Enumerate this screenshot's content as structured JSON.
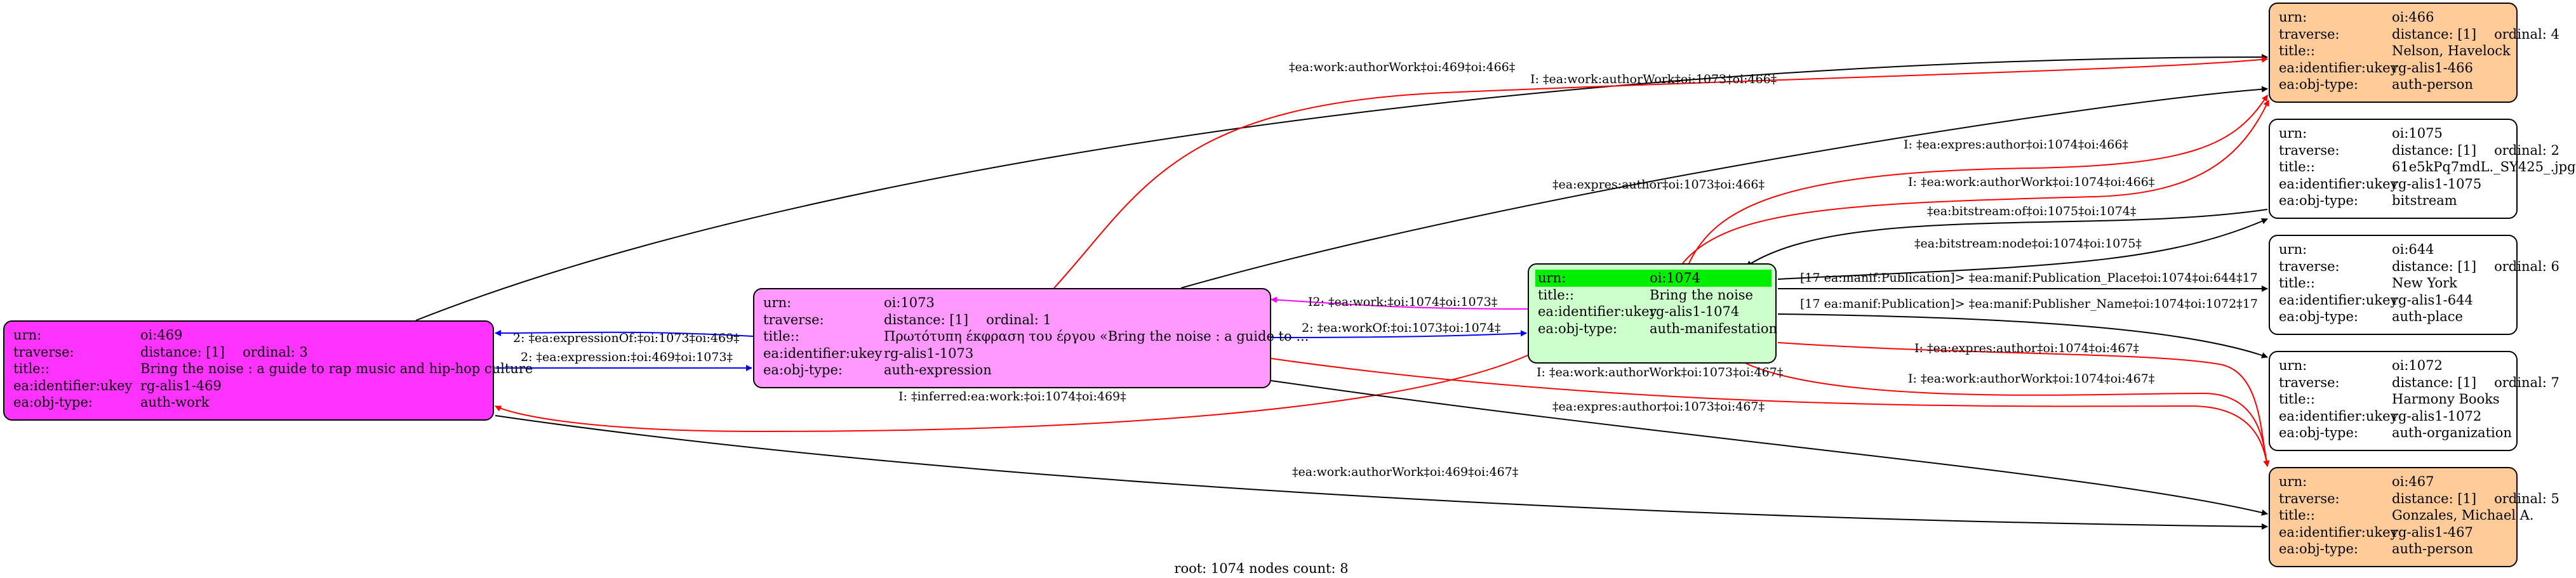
{
  "nodes": [
    {
      "id": "469",
      "rows": [
        {
          "k": "urn:",
          "v": "oi:469"
        },
        {
          "k": "traverse:",
          "v": "distance: [1]",
          "ord": "ordinal: 3"
        },
        {
          "k": "title::",
          "v": "Bring the noise : a guide to rap music and hip-hop culture"
        },
        {
          "k": "ea:identifier:ukey",
          "v": "rg-alis1-469"
        },
        {
          "k": "ea:obj-type:",
          "v": "auth-work"
        }
      ]
    },
    {
      "id": "1073",
      "rows": [
        {
          "k": "urn:",
          "v": "oi:1073"
        },
        {
          "k": "traverse:",
          "v": "distance: [1]",
          "ord": "ordinal: 1"
        },
        {
          "k": "title::",
          "v": "Πρωτότυπη έκφραση του έργου «Bring the noise : a guide to ..."
        },
        {
          "k": "ea:identifier:ukey",
          "v": "rg-alis1-1073"
        },
        {
          "k": "ea:obj-type:",
          "v": "auth-expression"
        }
      ]
    },
    {
      "id": "1074",
      "rows": [
        {
          "k": "urn:",
          "v": "oi:1074"
        },
        {
          "k": "title::",
          "v": "Bring the noise"
        },
        {
          "k": "ea:identifier:ukey",
          "v": "rg-alis1-1074"
        },
        {
          "k": "ea:obj-type:",
          "v": "auth-manifestation"
        }
      ]
    },
    {
      "id": "466",
      "rows": [
        {
          "k": "urn:",
          "v": "oi:466"
        },
        {
          "k": "traverse:",
          "v": "distance: [1]",
          "ord": "ordinal: 4"
        },
        {
          "k": "title::",
          "v": "Nelson, Havelock"
        },
        {
          "k": "ea:identifier:ukey",
          "v": "rg-alis1-466"
        },
        {
          "k": "ea:obj-type:",
          "v": "auth-person"
        }
      ]
    },
    {
      "id": "1075",
      "rows": [
        {
          "k": "urn:",
          "v": "oi:1075"
        },
        {
          "k": "traverse:",
          "v": "distance: [1]",
          "ord": "ordinal: 2"
        },
        {
          "k": "title::",
          "v": "61e5kPq7mdL._SY425_.jpg"
        },
        {
          "k": "ea:identifier:ukey",
          "v": "rg-alis1-1075"
        },
        {
          "k": "ea:obj-type:",
          "v": "bitstream"
        }
      ]
    },
    {
      "id": "644",
      "rows": [
        {
          "k": "urn:",
          "v": "oi:644"
        },
        {
          "k": "traverse:",
          "v": "distance: [1]",
          "ord": "ordinal: 6"
        },
        {
          "k": "title::",
          "v": "New York"
        },
        {
          "k": "ea:identifier:ukey",
          "v": "rg-alis1-644"
        },
        {
          "k": "ea:obj-type:",
          "v": "auth-place"
        }
      ]
    },
    {
      "id": "1072",
      "rows": [
        {
          "k": "urn:",
          "v": "oi:1072"
        },
        {
          "k": "traverse:",
          "v": "distance: [1]",
          "ord": "ordinal: 7"
        },
        {
          "k": "title::",
          "v": "Harmony Books"
        },
        {
          "k": "ea:identifier:ukey",
          "v": "rg-alis1-1072"
        },
        {
          "k": "ea:obj-type:",
          "v": "auth-organization"
        }
      ]
    },
    {
      "id": "467",
      "rows": [
        {
          "k": "urn:",
          "v": "oi:467"
        },
        {
          "k": "traverse:",
          "v": "distance: [1]",
          "ord": "ordinal: 5"
        },
        {
          "k": "title::",
          "v": "Gonzales, Michael A."
        },
        {
          "k": "ea:identifier:ukey",
          "v": "rg-alis1-467"
        },
        {
          "k": "ea:obj-type:",
          "v": "auth-person"
        }
      ]
    }
  ],
  "edges": [
    {
      "id": "e1",
      "label": "‡ea:work:authorWork‡oi:469‡oi:466‡",
      "color": "#000000"
    },
    {
      "id": "e2",
      "label": "I: ‡ea:work:authorWork‡oi:1073‡oi:466‡",
      "color": "#ff0000"
    },
    {
      "id": "e3",
      "label": "‡ea:expres:author‡oi:1073‡oi:466‡",
      "color": "#000000"
    },
    {
      "id": "e4",
      "label": "I: ‡ea:expres:author‡oi:1074‡oi:466‡",
      "color": "#ff0000"
    },
    {
      "id": "e5",
      "label": "I: ‡ea:work:authorWork‡oi:1074‡oi:466‡",
      "color": "#ff0000"
    },
    {
      "id": "e6",
      "label": "‡ea:bitstream:of‡oi:1075‡oi:1074‡",
      "color": "#000000"
    },
    {
      "id": "e7",
      "label": "‡ea:bitstream:node‡oi:1074‡oi:1075‡",
      "color": "#000000"
    },
    {
      "id": "e8",
      "label": "[17 ea:manif:Publication]> ‡ea:manif:Publication_Place‡oi:1074‡oi:644‡17",
      "color": "#000000"
    },
    {
      "id": "e9",
      "label": "[17 ea:manif:Publication]> ‡ea:manif:Publisher_Name‡oi:1074‡oi:1072‡17",
      "color": "#000000"
    },
    {
      "id": "e10",
      "label": "I2: ‡ea:work:‡oi:1074‡oi:1073‡",
      "color": "#ff00ff"
    },
    {
      "id": "e11",
      "label": "2: ‡ea:workOf:‡oi:1073‡oi:1074‡",
      "color": "#0000ff"
    },
    {
      "id": "e12",
      "label": "2: ‡ea:expressionOf:‡oi:1073‡oi:469‡",
      "color": "#0000ff"
    },
    {
      "id": "e13",
      "label": "2: ‡ea:expression:‡oi:469‡oi:1073‡",
      "color": "#0000ff"
    },
    {
      "id": "e14",
      "label": "I: ‡inferred:ea:work:‡oi:1074‡oi:469‡",
      "color": "#ff0000"
    },
    {
      "id": "e15",
      "label": "I: ‡ea:work:authorWork‡oi:1073‡oi:467‡",
      "color": "#ff0000"
    },
    {
      "id": "e16",
      "label": "‡ea:expres:author‡oi:1073‡oi:467‡",
      "color": "#000000"
    },
    {
      "id": "e17",
      "label": "I: ‡ea:expres:author‡oi:1074‡oi:467‡",
      "color": "#ff0000"
    },
    {
      "id": "e18",
      "label": "I: ‡ea:work:authorWork‡oi:1074‡oi:467‡",
      "color": "#ff0000"
    },
    {
      "id": "e19",
      "label": "‡ea:work:authorWork‡oi:469‡oi:467‡",
      "color": "#000000"
    }
  ],
  "footer": "root: 1074 nodes count: 8"
}
